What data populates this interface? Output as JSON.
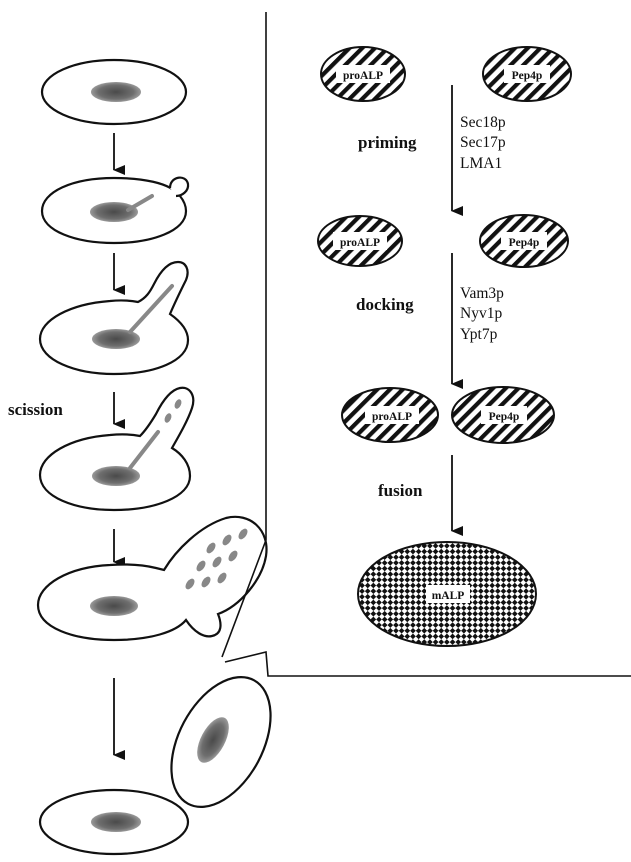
{
  "left_panel": {
    "side_label": "scission"
  },
  "right_panel": {
    "vacuole_labels": {
      "left": "proALP",
      "right": "Pep4p",
      "fused": "mALP"
    },
    "steps": [
      {
        "name": "priming",
        "factors": [
          "Sec18p",
          "Sec17p",
          "LMA1"
        ]
      },
      {
        "name": "docking",
        "factors": [
          "Vam3p",
          "Nyv1p",
          "Ypt7p"
        ]
      },
      {
        "name": "fusion",
        "factors": []
      }
    ]
  },
  "colors": {
    "outline": "#111111",
    "nucleus": "#6f6f6f",
    "hatch": "#111111",
    "background": "#ffffff"
  }
}
